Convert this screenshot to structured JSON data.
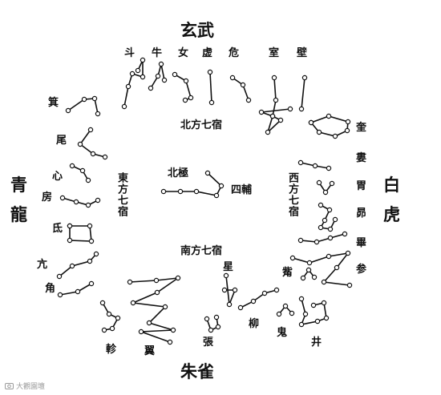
{
  "directions": {
    "north": "玄武",
    "east_a": "青",
    "east_b": "龍",
    "west_a": "白",
    "west_b": "虎",
    "south": "朱雀"
  },
  "group_labels": {
    "north": "北方七宿",
    "east": "東方七宿",
    "west": "西方七宿",
    "south": "南方七宿",
    "polaris": "北極",
    "sifu": "四輔"
  },
  "north_mansions": [
    "斗",
    "牛",
    "女",
    "虚",
    "危",
    "室",
    "壁"
  ],
  "east_mansions": {
    "ji": "箕",
    "wei": "尾",
    "xin": "心",
    "fang": "房",
    "di": "氐",
    "kang": "亢",
    "jiao": "角"
  },
  "west_mansions": {
    "kui": "奎",
    "lou": "婁",
    "wei": "胃",
    "mao": "昴",
    "bi": "畢",
    "shen": "参",
    "zi": "觜"
  },
  "south_mansions": {
    "zhen": "軫",
    "yi": "翼",
    "zhang": "張",
    "xing": "星",
    "liu": "柳",
    "gui": "鬼",
    "jing": "井"
  },
  "watermark": "大觀園壇"
}
